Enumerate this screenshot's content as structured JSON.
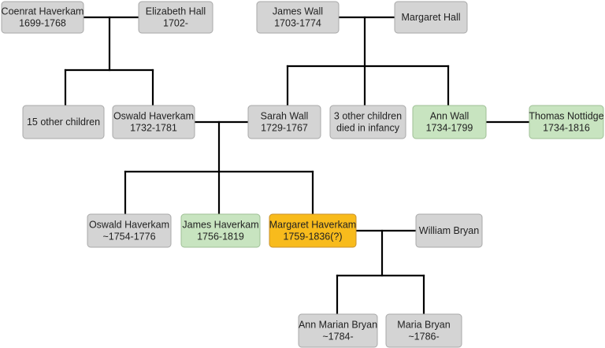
{
  "people": [
    {
      "id": "coenrat",
      "lines": [
        "Coenrat Haverkam",
        "1699-1768"
      ],
      "style": "grey"
    },
    {
      "id": "elizabeth",
      "lines": [
        "Elizabeth Hall",
        "1702-"
      ],
      "style": "grey"
    },
    {
      "id": "james_wall",
      "lines": [
        "James Wall",
        "1703-1774"
      ],
      "style": "grey"
    },
    {
      "id": "margaret_hall",
      "lines": [
        "Margaret Hall"
      ],
      "style": "grey"
    },
    {
      "id": "other15",
      "lines": [
        "15 other children"
      ],
      "style": "grey"
    },
    {
      "id": "oswald_sr",
      "lines": [
        "Oswald Haverkam",
        "1732-1781"
      ],
      "style": "grey"
    },
    {
      "id": "sarah",
      "lines": [
        "Sarah Wall",
        "1729-1767"
      ],
      "style": "grey"
    },
    {
      "id": "other3",
      "lines": [
        "3 other children",
        "died in infancy"
      ],
      "style": "grey"
    },
    {
      "id": "ann_wall",
      "lines": [
        "Ann Wall",
        "1734-1799"
      ],
      "style": "green"
    },
    {
      "id": "thomas",
      "lines": [
        "Thomas Nottidge",
        "1734-1816"
      ],
      "style": "green"
    },
    {
      "id": "oswald_jr",
      "lines": [
        "Oswald Haverkam",
        "~1754-1776"
      ],
      "style": "grey"
    },
    {
      "id": "james_h",
      "lines": [
        "James Haverkam",
        "1756-1819"
      ],
      "style": "green"
    },
    {
      "id": "margaret_h",
      "lines": [
        "Margaret Haverkam",
        "1759-1836(?)"
      ],
      "style": "highlight"
    },
    {
      "id": "william",
      "lines": [
        "William Bryan"
      ],
      "style": "grey"
    },
    {
      "id": "ann_marian",
      "lines": [
        "Ann Marian Bryan",
        "~1784-"
      ],
      "style": "grey"
    },
    {
      "id": "maria",
      "lines": [
        "Maria Bryan",
        "~1786-"
      ],
      "style": "grey"
    }
  ],
  "relationships": [
    {
      "type": "couple",
      "partners": [
        "coenrat",
        "elizabeth"
      ],
      "children": [
        "other15",
        "oswald_sr"
      ]
    },
    {
      "type": "couple",
      "partners": [
        "james_wall",
        "margaret_hall"
      ],
      "children": [
        "sarah",
        "other3",
        "ann_wall"
      ]
    },
    {
      "type": "couple",
      "partners": [
        "oswald_sr",
        "sarah"
      ],
      "children": [
        "oswald_jr",
        "james_h",
        "margaret_h"
      ]
    },
    {
      "type": "couple",
      "partners": [
        "ann_wall",
        "thomas"
      ],
      "children": []
    },
    {
      "type": "couple",
      "partners": [
        "margaret_h",
        "william"
      ],
      "children": [
        "ann_marian",
        "maria"
      ]
    }
  ],
  "colors": {
    "grey": "#d4d4d4",
    "green": "#c8e4c0",
    "highlight": "#f8bb1c",
    "line": "#000000"
  }
}
